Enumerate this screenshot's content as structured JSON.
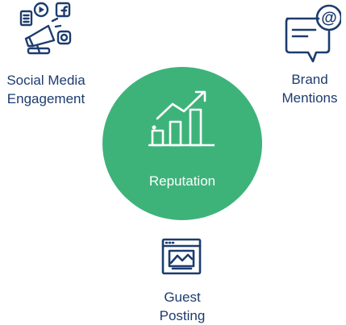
{
  "colors": {
    "navy": "#1d3c6e",
    "green": "#3db37a",
    "white": "#ffffff"
  },
  "center": {
    "label": "Reputation",
    "icon": "growth-chart-icon"
  },
  "nodes": {
    "social": {
      "line1": "Social Media",
      "line2": "Engagement",
      "icon": "social-media-megaphone-icon"
    },
    "brand": {
      "line1": "Brand",
      "line2": "Mentions",
      "icon": "chat-mention-icon"
    },
    "guest": {
      "line1": "Guest",
      "line2": "Posting",
      "icon": "web-page-chart-icon"
    }
  }
}
